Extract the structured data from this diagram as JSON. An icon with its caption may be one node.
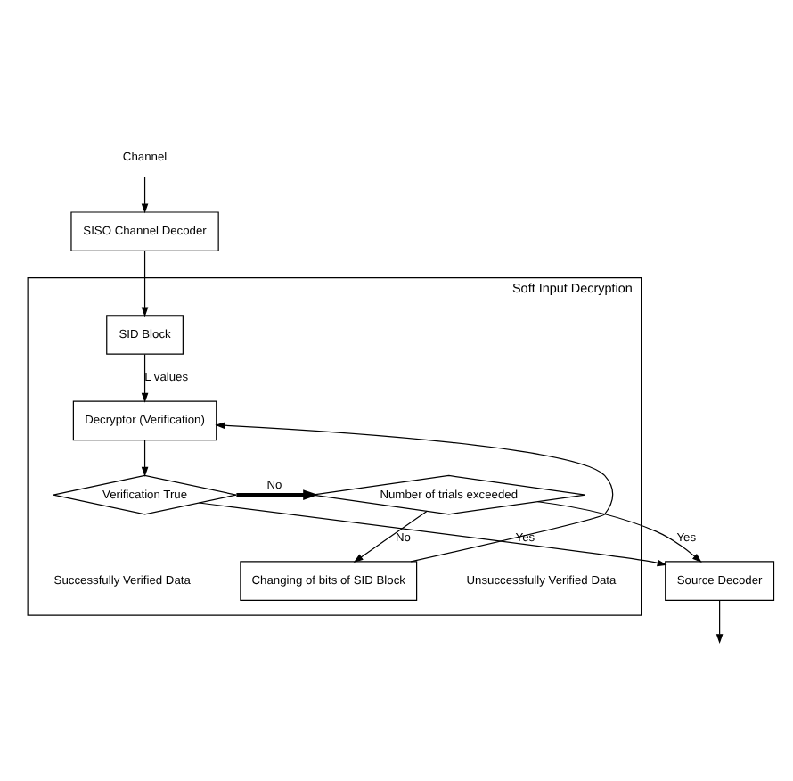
{
  "diagram": {
    "nodes": [
      {
        "text": [
          "Channel"
        ]
      },
      {
        "text": [
          "SISO Channel Decoder"
        ]
      },
      {
        "text": [
          "Soft Input Decryption"
        ]
      },
      {
        "text": [
          "SID Block"
        ],
        "in": 2
      },
      {
        "text": [
          "Decryptor (Verification)"
        ],
        "in": 2
      },
      {
        "text": [
          "Changing of bits of SID Block"
        ],
        "in": 2
      },
      {
        "text": [
          "Verification True"
        ],
        "in": 2
      },
      {
        "text": [
          "Number of trials exceeded"
        ],
        "in": 2
      },
      {
        "text": [
          "Source Decoder"
        ]
      }
    ],
    "edges": [
      {
        "from": 0,
        "to": 1,
        "arrow": "to"
      },
      {
        "from": 1,
        "to": 3,
        "arrow": "to"
      },
      {
        "from": 3,
        "to": 4,
        "arrow": "to",
        "label": "L values"
      },
      {
        "from": 5,
        "to": 4,
        "arrow": "to"
      },
      {
        "from": 4,
        "to": 6,
        "arrow": "to"
      },
      {
        "from": 6,
        "to": 7,
        "arrow": "to",
        "label": "No",
        "style": "thick"
      },
      {
        "from": 7,
        "to": 5,
        "arrow": "to",
        "label": "No"
      },
      {
        "from": 6,
        "to": 8,
        "arrow": "to",
        "label": "Yes"
      },
      {
        "from": 7,
        "to": 8,
        "arrow": "to",
        "label": "Yes"
      },
      {
        "from": 8,
        "to": null,
        "arrow": "to"
      }
    ],
    "labels": [
      "Successfully Verified Data",
      "Unsuccessfully Verified Data"
    ]
  }
}
